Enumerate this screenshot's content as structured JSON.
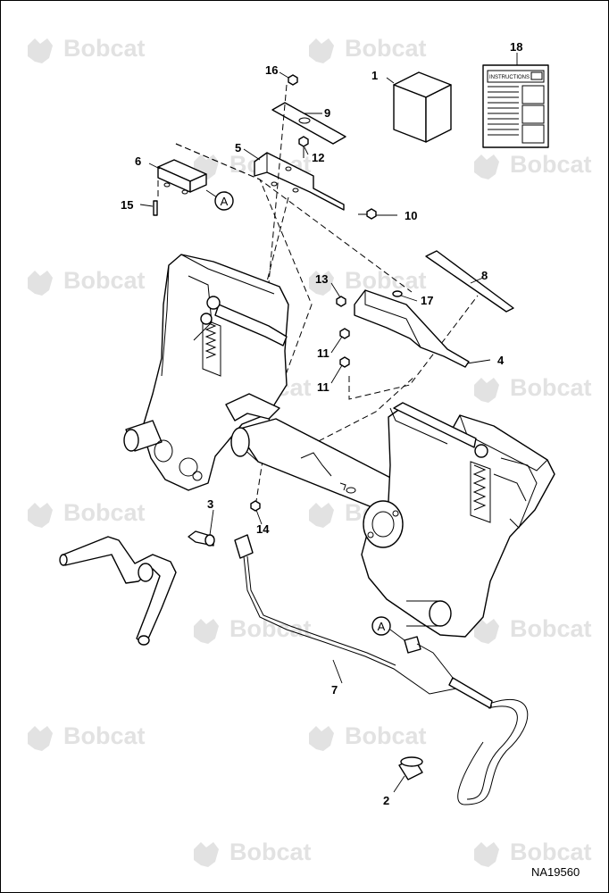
{
  "figure_code": "NA19560",
  "instructions_label": "INSTRUCTIONS",
  "connector_marker": "A",
  "watermark": {
    "text": "Bobcat",
    "color": "#e2e2e2"
  },
  "callouts": [
    {
      "id": "c1",
      "label": "1"
    },
    {
      "id": "c2",
      "label": "2"
    },
    {
      "id": "c3",
      "label": "3"
    },
    {
      "id": "c4",
      "label": "4"
    },
    {
      "id": "c5",
      "label": "5"
    },
    {
      "id": "c6",
      "label": "6"
    },
    {
      "id": "c7",
      "label": "7"
    },
    {
      "id": "c8",
      "label": "8"
    },
    {
      "id": "c9",
      "label": "9"
    },
    {
      "id": "c10",
      "label": "10"
    },
    {
      "id": "c11a",
      "label": "11"
    },
    {
      "id": "c11b",
      "label": "11"
    },
    {
      "id": "c12",
      "label": "12"
    },
    {
      "id": "c13",
      "label": "13"
    },
    {
      "id": "c14",
      "label": "14"
    },
    {
      "id": "c15",
      "label": "15"
    },
    {
      "id": "c16",
      "label": "16"
    },
    {
      "id": "c17",
      "label": "17"
    },
    {
      "id": "c18",
      "label": "18"
    }
  ]
}
